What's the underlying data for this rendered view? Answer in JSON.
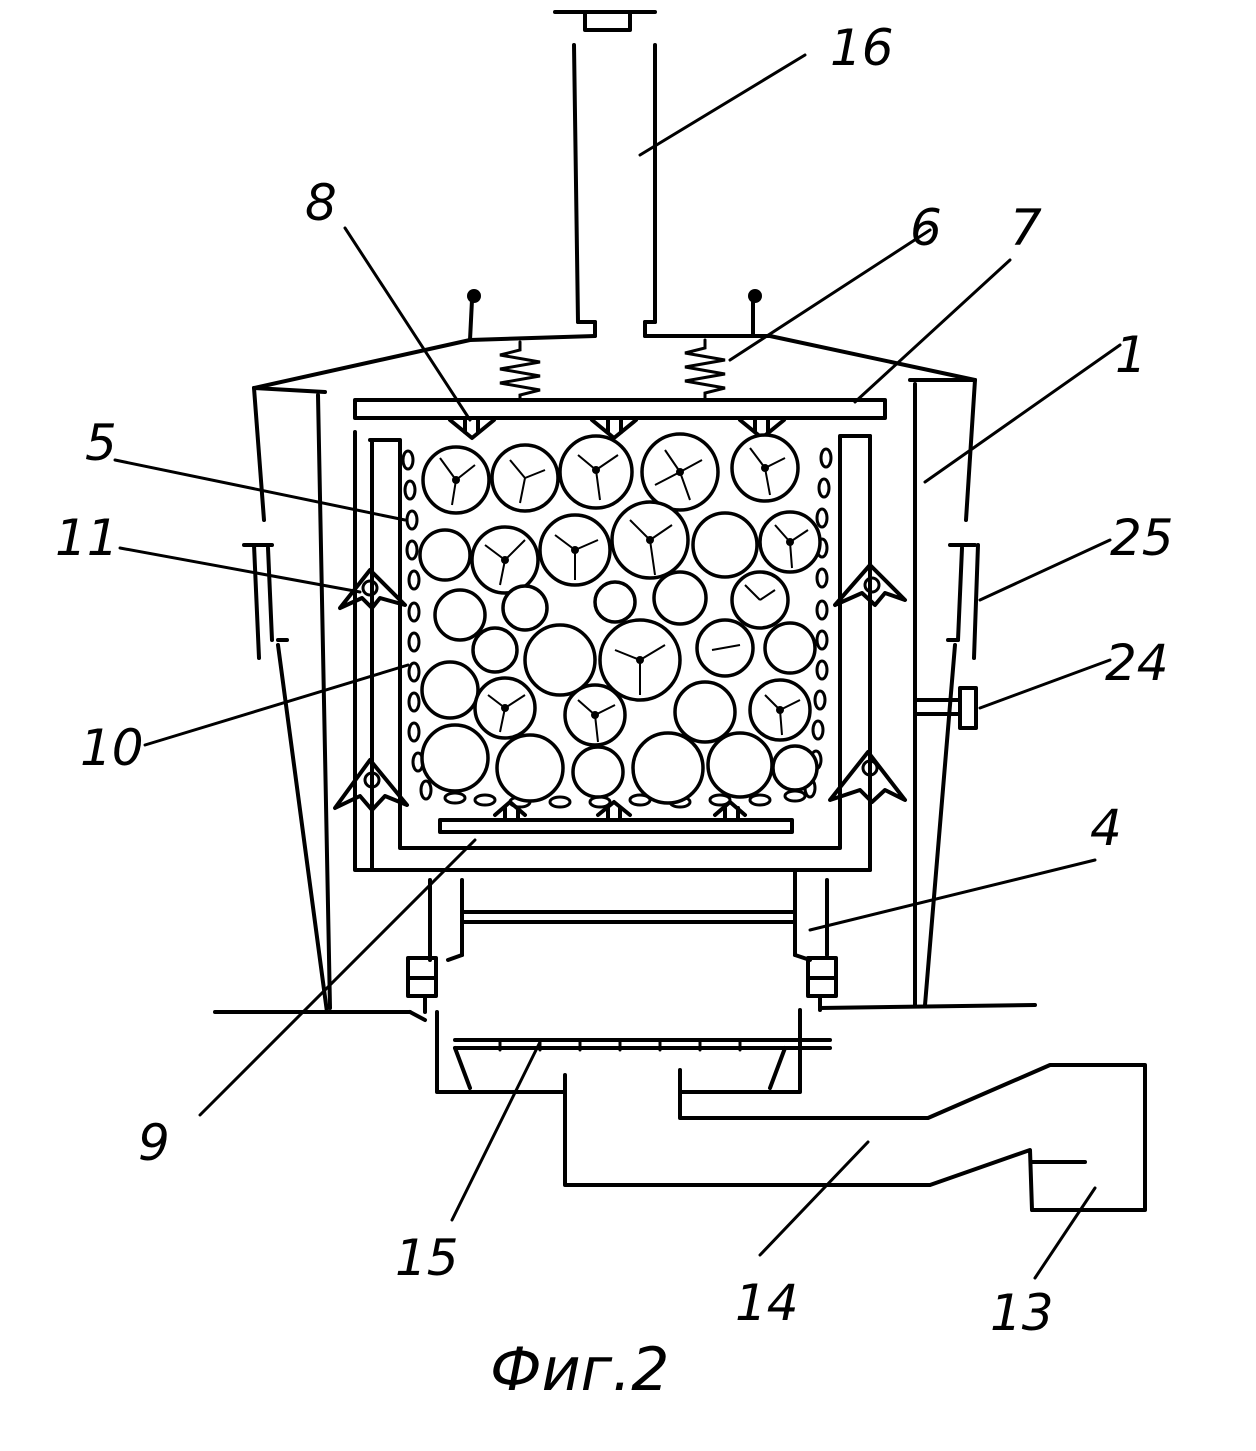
{
  "labels": {
    "l1": "1",
    "l4": "4",
    "l5": "5",
    "l6": "6",
    "l7": "7",
    "l8": "8",
    "l9": "9",
    "l10": "10",
    "l11": "11",
    "l13": "13",
    "l14": "14",
    "l15": "15",
    "l16": "16",
    "l24": "24",
    "l25": "25"
  },
  "caption": "Фиг.2",
  "colors": {
    "ink": "#000000",
    "paper": "#ffffff"
  }
}
